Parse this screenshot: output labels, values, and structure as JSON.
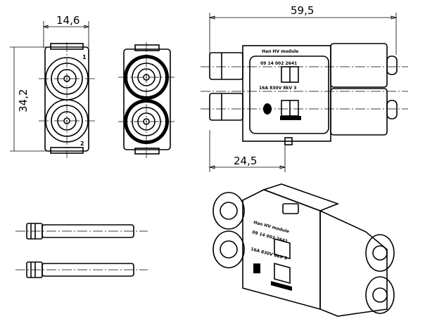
{
  "dimensions": {
    "width_front": "14,6",
    "height_front": "34,2",
    "length_total": "59,5",
    "length_partial": "24,5"
  },
  "pin_labels": [
    "1",
    "2"
  ],
  "module_marking": {
    "line1": "Han HV module",
    "line2": "09 14 002 2641",
    "line3": "16A 830V 8kV 3"
  }
}
